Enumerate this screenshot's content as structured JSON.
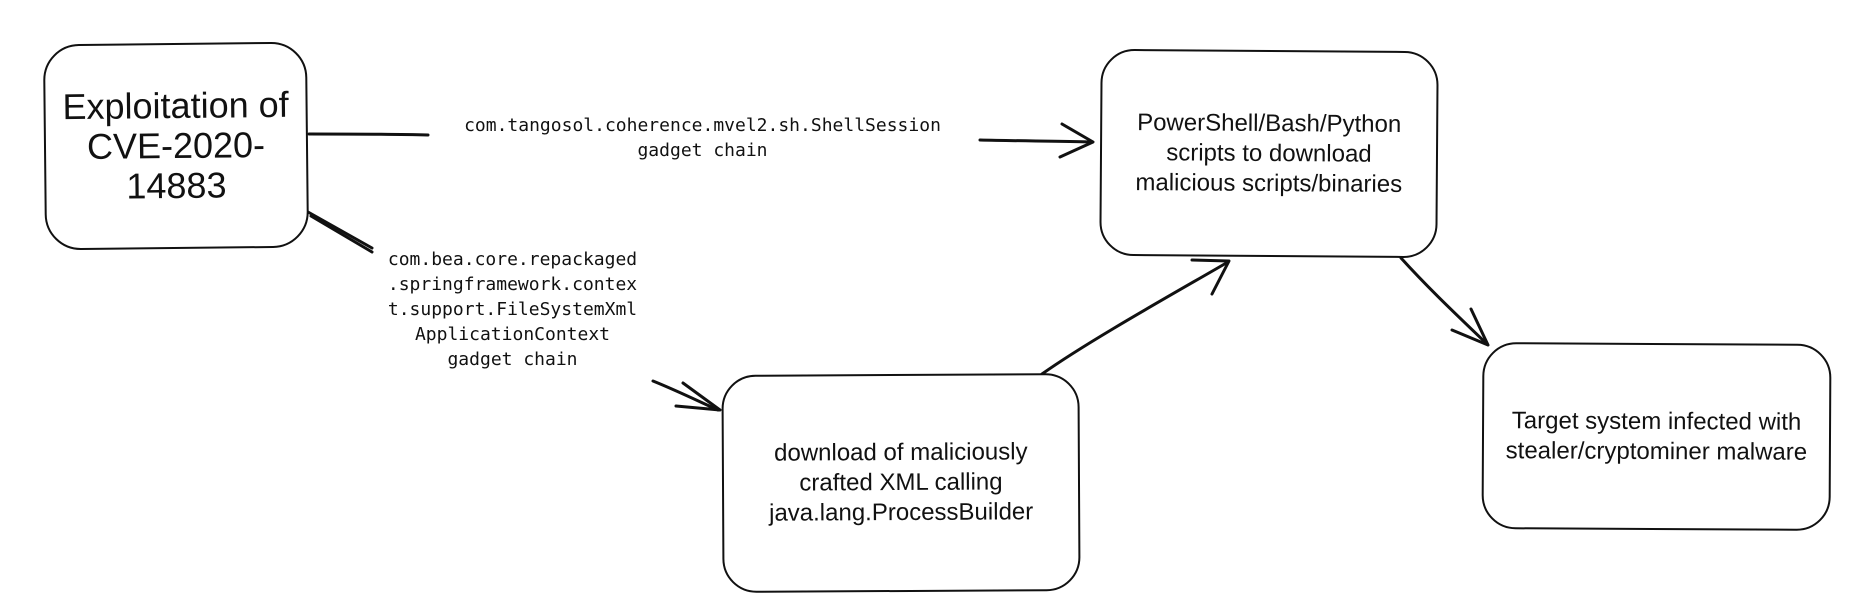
{
  "nodes": {
    "exploit": {
      "label": "Exploitation of\nCVE-2020-\n14883"
    },
    "scripts": {
      "label": "PowerShell/Bash/Python\nscripts to download\nmalicious scripts/binaries"
    },
    "xml": {
      "label": "download of maliciously\ncrafted XML calling\njava.lang.ProcessBuilder"
    },
    "target": {
      "label": "Target system infected with\nstealer/cryptominer malware"
    }
  },
  "edges": {
    "shellsession": {
      "label": "com.tangosol.coherence.mvel2.sh.ShellSession\ngadget chain"
    },
    "filesystemxml": {
      "label": "com.bea.core.repackaged\n.springframework.contex\nt.support.FileSystemXml\nApplicationContext\ngadget chain"
    }
  },
  "colors": {
    "stroke": "#111111",
    "background": "#ffffff"
  }
}
